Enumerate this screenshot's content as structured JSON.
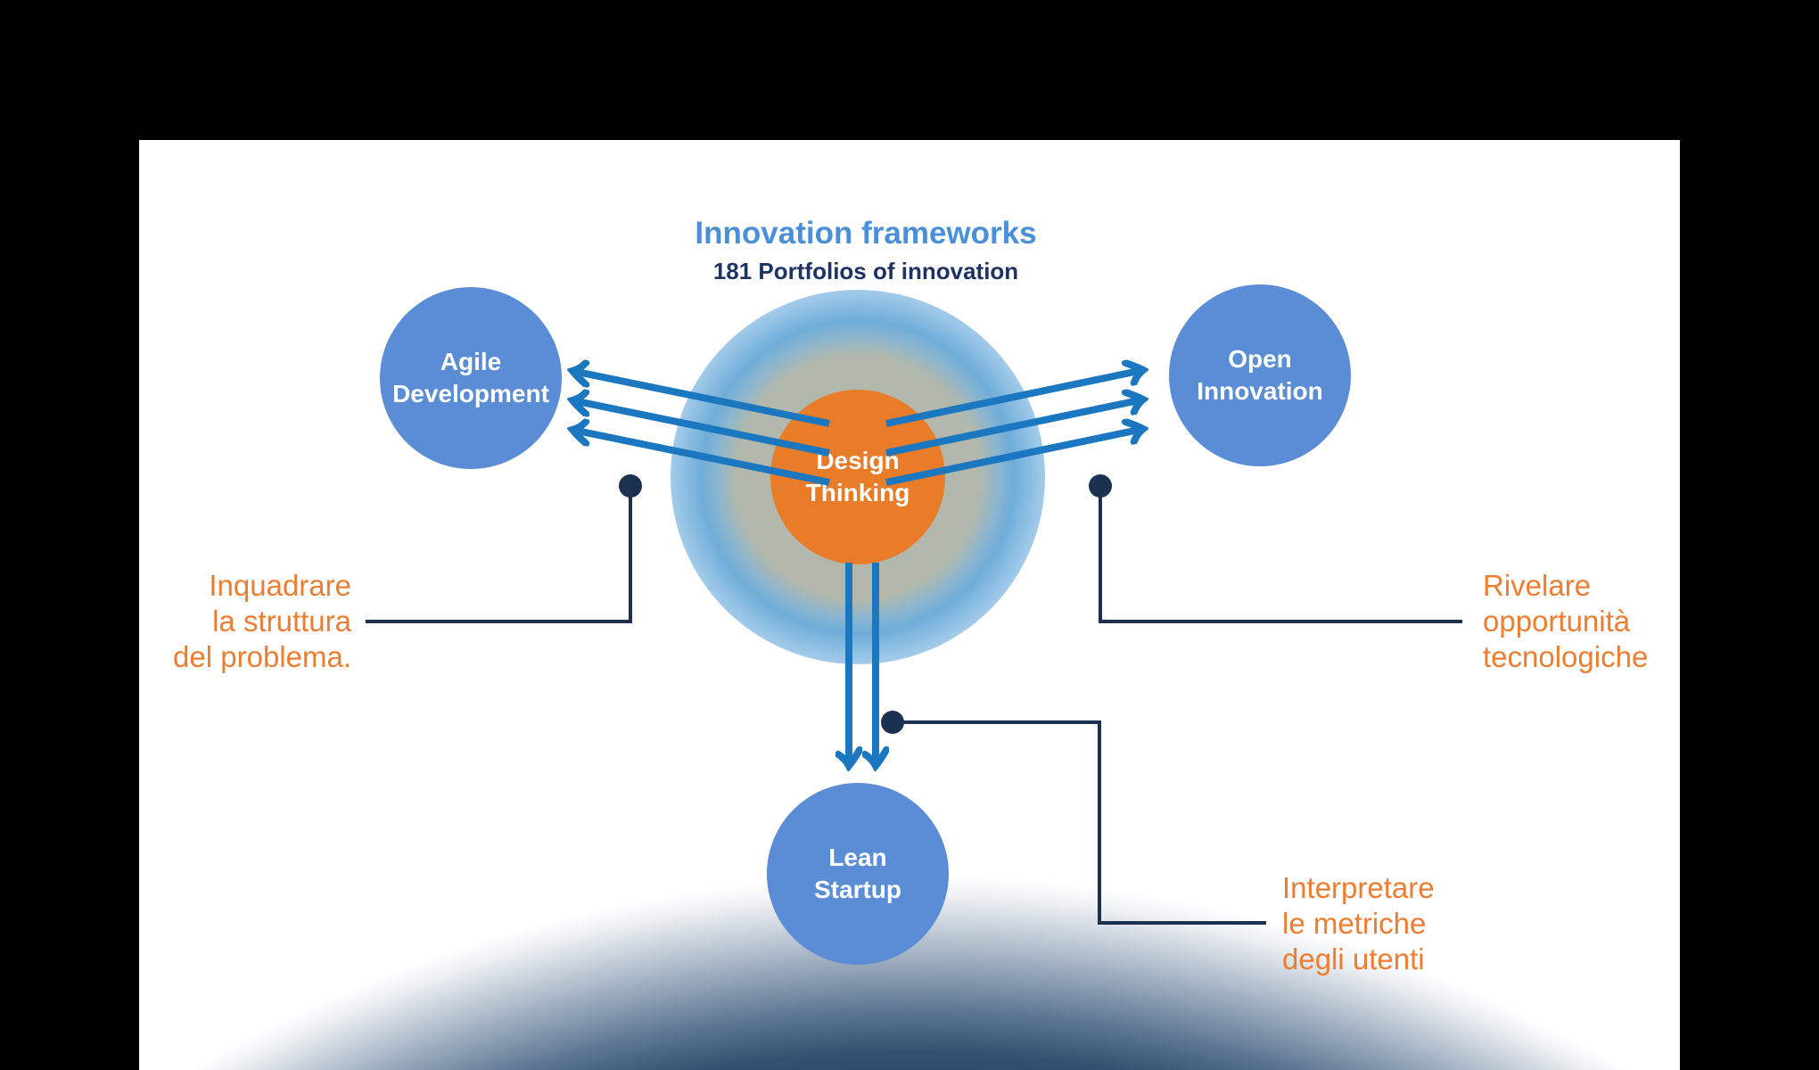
{
  "header": {
    "title": "Innovation frameworks",
    "subtitle": "181 Portfolios of innovation"
  },
  "nodes": {
    "center": {
      "line1": "Design",
      "line2": "Thinking"
    },
    "left": {
      "line1": "Agile",
      "line2": "Development"
    },
    "right": {
      "line1": "Open",
      "line2": "Innovation"
    },
    "bottom": {
      "line1": "Lean",
      "line2": "Startup"
    }
  },
  "annotations": {
    "left": {
      "lines": [
        "Inquadrare",
        "la struttura",
        "del problema."
      ]
    },
    "right": {
      "lines": [
        "Rivelare",
        "opportunità",
        "tecnologiche"
      ]
    },
    "bottom": {
      "lines": [
        "Interpretare",
        "le metriche",
        "degli utenti"
      ]
    }
  },
  "colors": {
    "canvas_bg": "#000000",
    "slide_bg": "#ffffff",
    "node_blue": "#5a8dd5",
    "center_orange": "#e87c28",
    "arrow_blue": "#1a77c0",
    "connector_navy": "#1c3050",
    "title_blue": "#4a90d8",
    "subtitle_navy": "#1e3263",
    "annotation_orange": "#ed7d31",
    "arc_dark": "#2c4969"
  }
}
